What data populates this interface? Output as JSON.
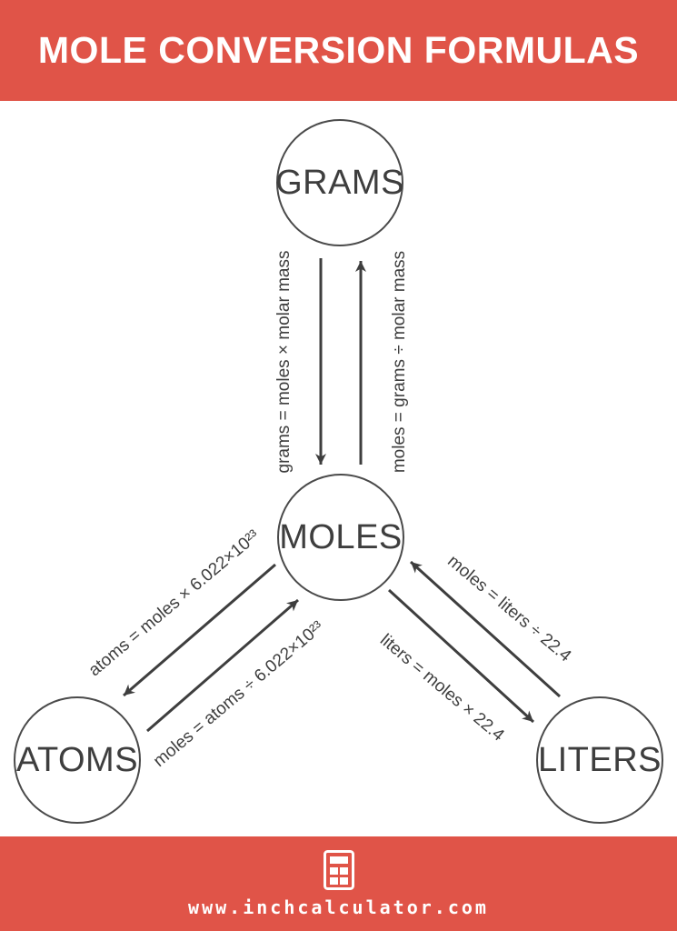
{
  "header": {
    "title": "MOLE CONVERSION FORMULAS",
    "background_color": "#E05448",
    "text_color": "#FFFFFF"
  },
  "diagram": {
    "line_color": "#3E3E3E",
    "nodes": [
      {
        "id": "grams",
        "label": "GRAMS"
      },
      {
        "id": "moles",
        "label": "MOLES"
      },
      {
        "id": "atoms",
        "label": "ATOMS"
      },
      {
        "id": "liters",
        "label": "LITERS"
      }
    ],
    "formulas": [
      {
        "id": "grams-from-moles",
        "label": "grams = moles × molar mass",
        "arrow": "grams-to-moles"
      },
      {
        "id": "moles-from-grams",
        "label": "moles = grams ÷ molar mass",
        "arrow": "moles-to-grams"
      },
      {
        "id": "atoms-from-moles",
        "label": "atoms = moles × 6.022×10²³",
        "arrow": "moles-to-atoms"
      },
      {
        "id": "moles-from-atoms",
        "label": "moles = atoms ÷ 6.022×10²³",
        "arrow": "atoms-to-moles"
      },
      {
        "id": "moles-from-liters",
        "label": "moles = liters ÷ 22.4",
        "arrow": "liters-to-moles"
      },
      {
        "id": "liters-from-moles",
        "label": "liters = moles × 22.4",
        "arrow": "moles-to-liters"
      }
    ]
  },
  "footer": {
    "url": "www.inchcalculator.com",
    "icon": "calculator-icon",
    "background_color": "#E05448"
  }
}
